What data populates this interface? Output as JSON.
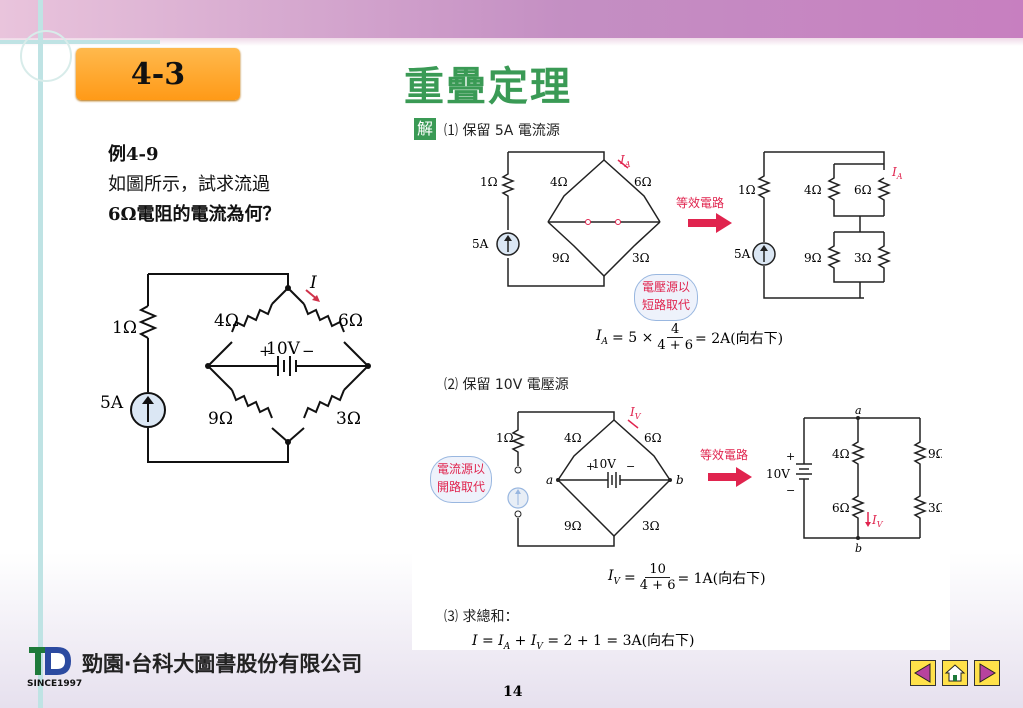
{
  "section": "4-3",
  "title": "重疊定理",
  "problem": {
    "label": "例4-9",
    "line1": "如圖所示，試求流過",
    "line2": "6Ω電阻的電流為何？"
  },
  "circuit": {
    "r1": "1Ω",
    "r4": "4Ω",
    "r6": "6Ω",
    "r9": "9Ω",
    "r3": "3Ω",
    "source_current": "5A",
    "source_voltage": "10V",
    "current": "I",
    "plus": "+",
    "minus": "−"
  },
  "solution": {
    "badge": "解",
    "step1": "⑴ 保留 5A 電流源",
    "step1_cloud": [
      "電壓源以",
      "短路取代"
    ],
    "equiv_label": "等效電路",
    "ia": "I",
    "ia_sub": "A",
    "eq1_lhs": "I",
    "eq1_sub": "A",
    "eq1_mid": " = 5 ×",
    "eq1_num": "4",
    "eq1_den": "4 + 6",
    "eq1_rhs": "= 2A(向右下)",
    "step2": "⑵ 保留 10V 電壓源",
    "step2_cloud": [
      "電流源以",
      "開路取代"
    ],
    "node_a": "a",
    "node_b": "b",
    "iv": "I",
    "iv_sub": "V",
    "eq2_lhs": "I",
    "eq2_sub": "V",
    "eq2_num": "10",
    "eq2_den": "4 + 6",
    "eq2_rhs": "= 1A(向右下)",
    "step3": "⑶ 求總和：",
    "eq3": "I = I",
    "eq3_a": "A",
    "eq3_plus": " + I",
    "eq3_v": "V",
    "eq3_rhs": " = 2 + 1 = 3A(向右下)"
  },
  "footer": {
    "brand": "勁園‧台科大圖書股份有限公司",
    "since": "SINCE1997",
    "page": "14"
  },
  "colors": {
    "accent_green": "#3a9a55",
    "section_orange": "#ff9a17",
    "arrow_red": "#e0244e",
    "nav_yellow": "#ffe14a"
  }
}
